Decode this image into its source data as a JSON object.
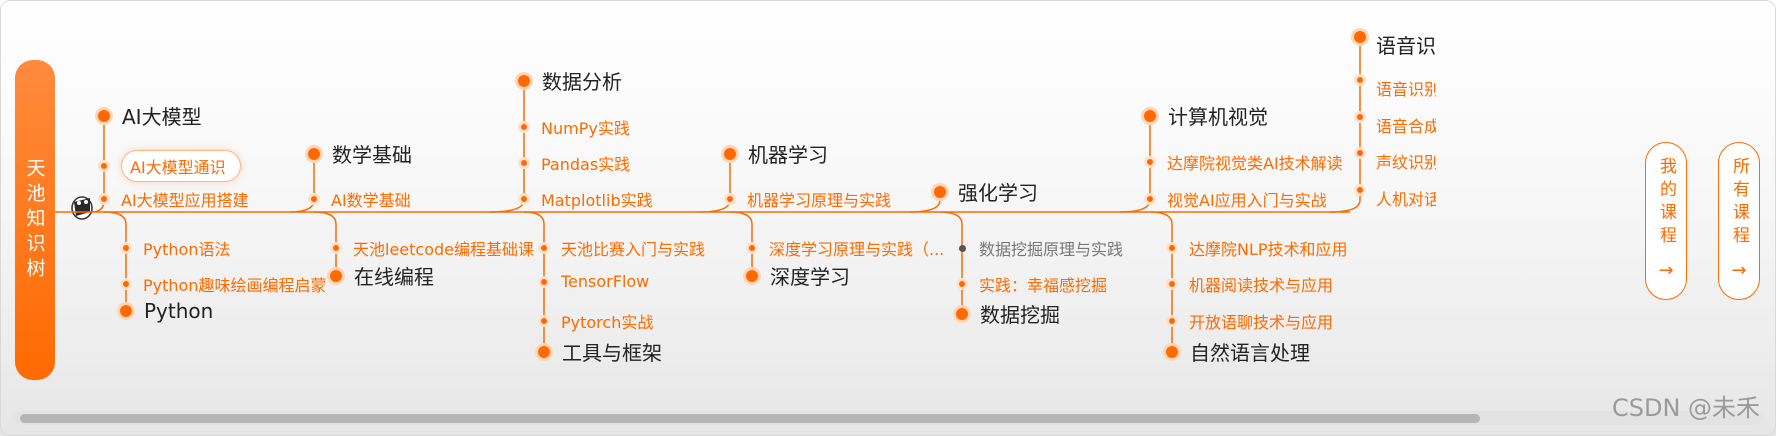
{
  "sidebar_tab": {
    "label": "天池知识树"
  },
  "colors": {
    "accent": "#ff6a00",
    "text": "#222222",
    "muted": "#777777"
  },
  "topics": [
    {
      "title": "AI大模型",
      "items": [
        "AI大模型通识",
        "AI大模型应用搭建"
      ]
    },
    {
      "title": "数学基础",
      "items": [
        "AI数学基础"
      ]
    },
    {
      "title": "数据分析",
      "items": [
        "NumPy实践",
        "Pandas实践",
        "Matplotlib实践"
      ]
    },
    {
      "title": "机器学习",
      "items": [
        "机器学习原理与实践"
      ]
    },
    {
      "title": "强化学习",
      "items": []
    },
    {
      "title": "计算机视觉",
      "items": [
        "达摩院视觉类AI技术解读",
        "视觉AI应用入门与实战"
      ]
    },
    {
      "title": "语音识",
      "items": [
        "语音识别",
        "语音合成",
        "声纹识别",
        "人机对话"
      ]
    },
    {
      "title": "Python",
      "items": [
        "Python语法",
        "Python趣味绘画编程启蒙"
      ]
    },
    {
      "title": "在线编程",
      "items": [
        "天池leetcode编程基础课"
      ]
    },
    {
      "title": "工具与框架",
      "items": [
        "天池比赛入门与实践",
        "TensorFlow",
        "Pytorch实战"
      ]
    },
    {
      "title": "深度学习",
      "items": [
        "深度学习原理与实践（..."
      ]
    },
    {
      "title": "数据挖掘",
      "items": [
        "数据挖掘原理与实践",
        "实践：幸福感挖掘"
      ]
    },
    {
      "title": "自然语言处理",
      "items": [
        "达摩院NLP技术和应用",
        "机器阅读技术与应用",
        "开放语聊技术与应用"
      ]
    }
  ],
  "buttons": {
    "my_courses": "我的课程",
    "all_courses": "所有课程",
    "arrow": "→"
  },
  "watermark": "CSDN @未禾"
}
